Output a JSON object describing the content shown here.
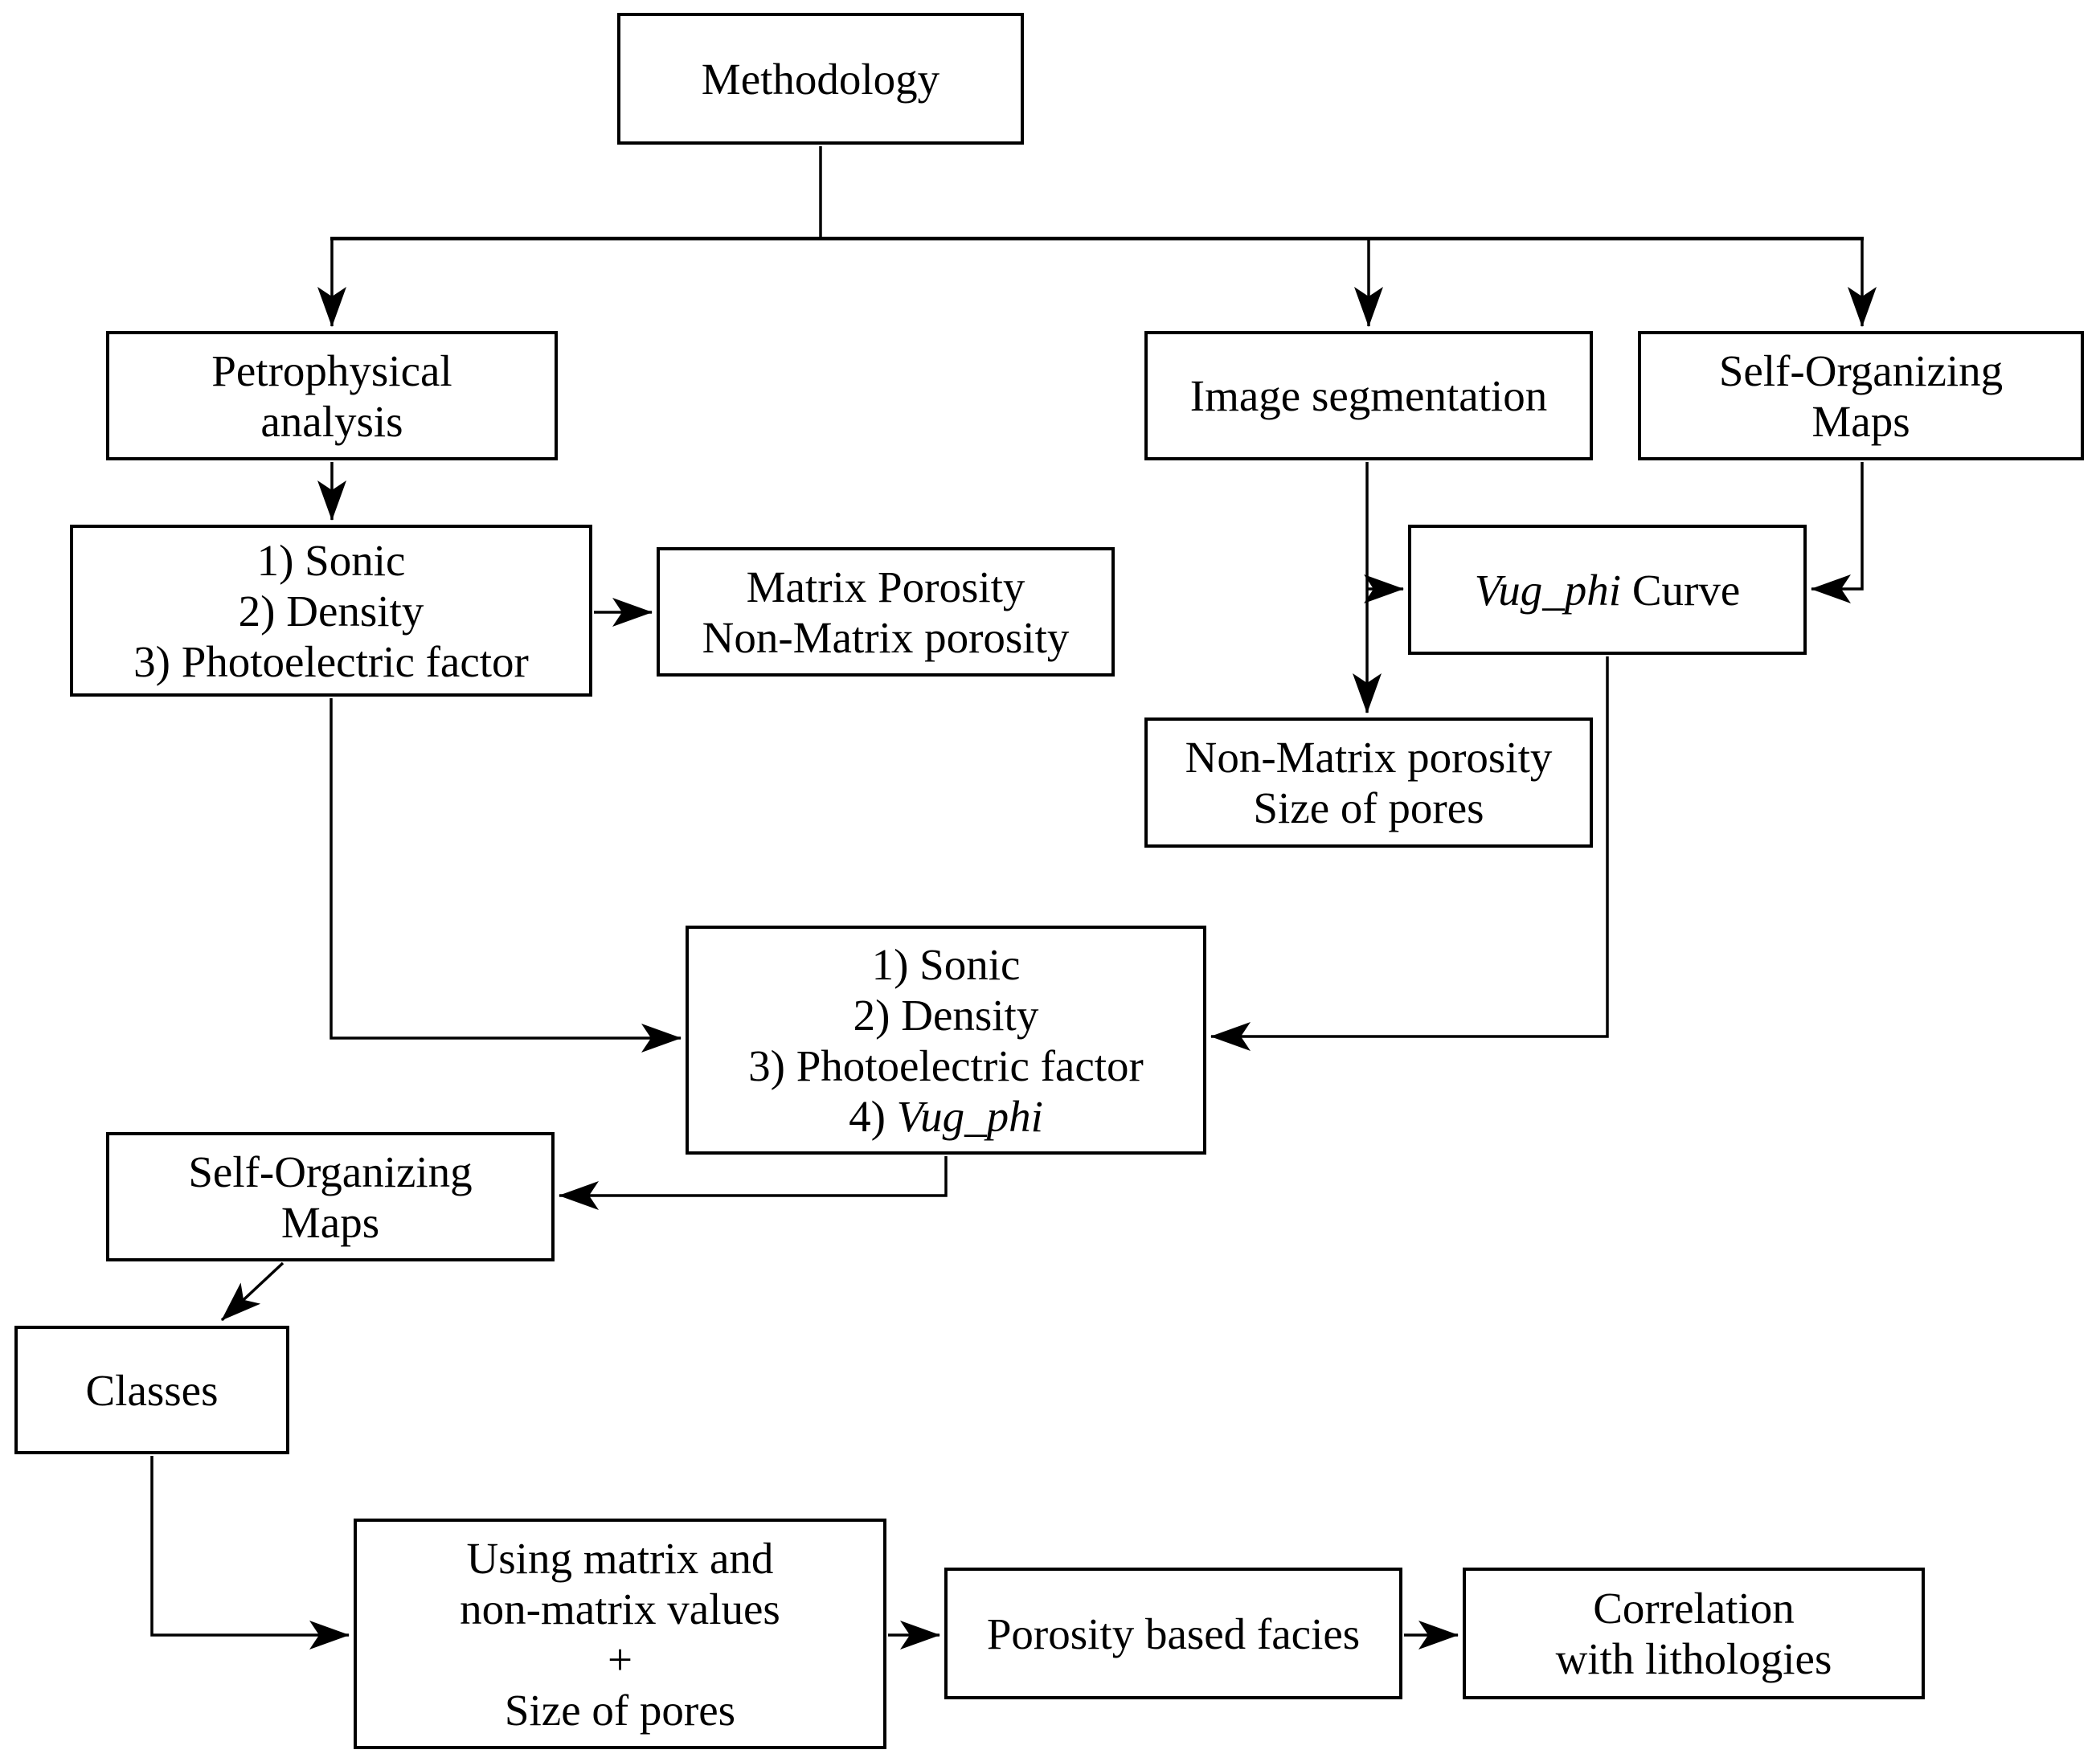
{
  "diagram": {
    "colors": {
      "ink": "#000000",
      "background": "#ffffff"
    },
    "nodes": {
      "methodology": {
        "label": "Methodology"
      },
      "petrophysical": {
        "lines": [
          "Petrophysical",
          "analysis"
        ]
      },
      "image_segmentation": {
        "label": "Image segmentation"
      },
      "som_top": {
        "lines": [
          "Self-Organizing",
          "Maps"
        ]
      },
      "log_inputs_3": {
        "lines": [
          "1) Sonic",
          "2) Density",
          "3) Photoelectric factor"
        ]
      },
      "matrix_porosity": {
        "lines": [
          "Matrix Porosity",
          "Non-Matrix porosity"
        ]
      },
      "vug_phi_curve": {
        "italic": "Vug_phi",
        "rest": " Curve"
      },
      "non_matrix": {
        "lines": [
          "Non-Matrix porosity",
          "Size of pores"
        ]
      },
      "log_inputs_4": {
        "lines": [
          "1) Sonic",
          "2) Density",
          "3) Photoelectric factor"
        ],
        "line4_prefix": "4) ",
        "line4_italic": "Vug_phi"
      },
      "som_lower": {
        "lines": [
          "Self-Organizing",
          "Maps"
        ]
      },
      "classes": {
        "label": "Classes"
      },
      "using_matrix": {
        "lines": [
          "Using matrix and",
          "non-matrix values",
          "+",
          "Size of pores"
        ]
      },
      "porosity_facies": {
        "label": "Porosity based facies"
      },
      "correlation": {
        "lines": [
          "Correlation",
          "with lithologies"
        ]
      }
    }
  }
}
